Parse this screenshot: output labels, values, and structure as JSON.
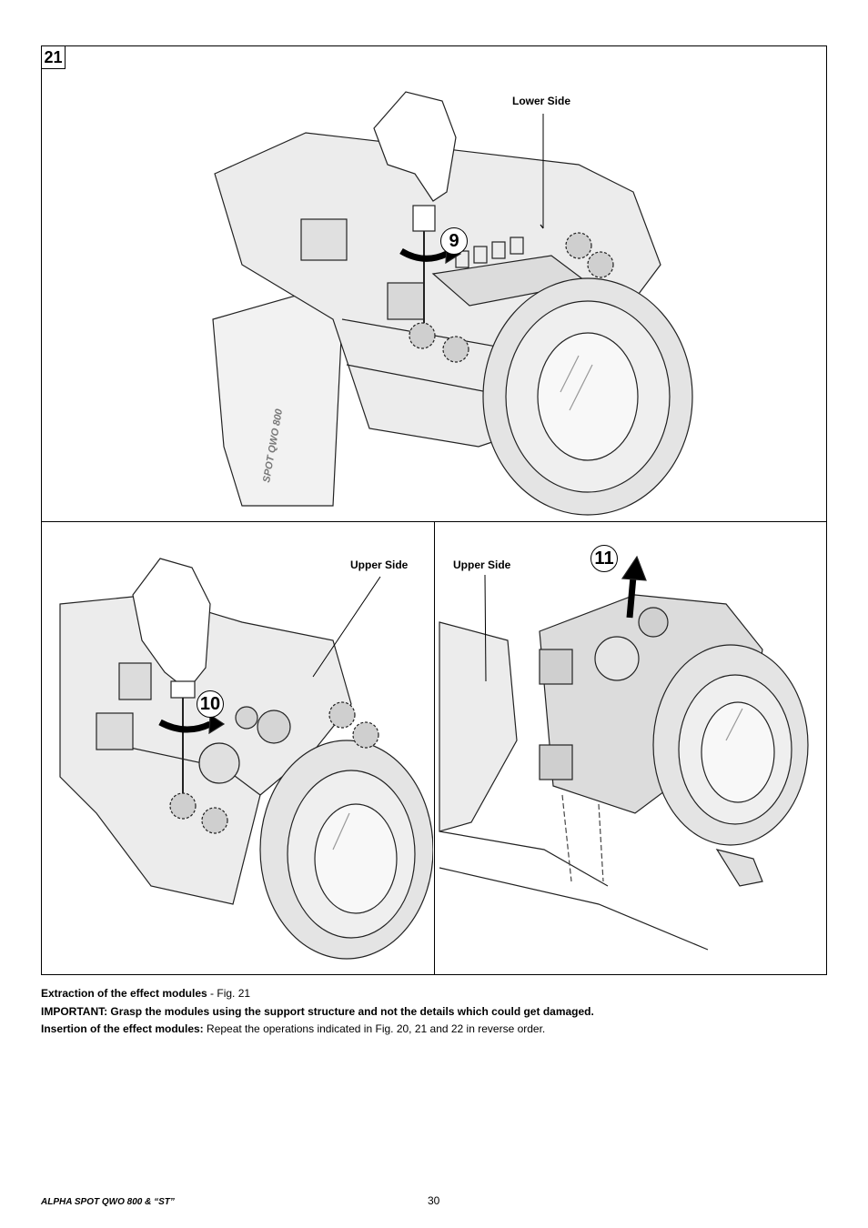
{
  "figure": {
    "number": "21",
    "panel_top": {
      "callout": "Lower Side",
      "step": "9"
    },
    "panel_bottom_left": {
      "callout": "Upper Side",
      "step": "10"
    },
    "panel_bottom_right": {
      "callout": "Upper Side",
      "step": "11"
    },
    "device_body_text": "SPOT QWO 800"
  },
  "caption": {
    "line1_bold": "Extraction of the effect modules",
    "line1_rest": " - Fig. 21",
    "line2_bold": "IMPORTANT: Grasp the modules using the support structure and not the details which could get damaged.",
    "line3_bold": "Insertion of the effect modules:",
    "line3_rest": " Repeat the operations indicated in Fig. 20, 21 and 22 in reverse order."
  },
  "footer": {
    "product": "ALPHA SPOT QWO 800 & “ST”",
    "page": "30"
  }
}
